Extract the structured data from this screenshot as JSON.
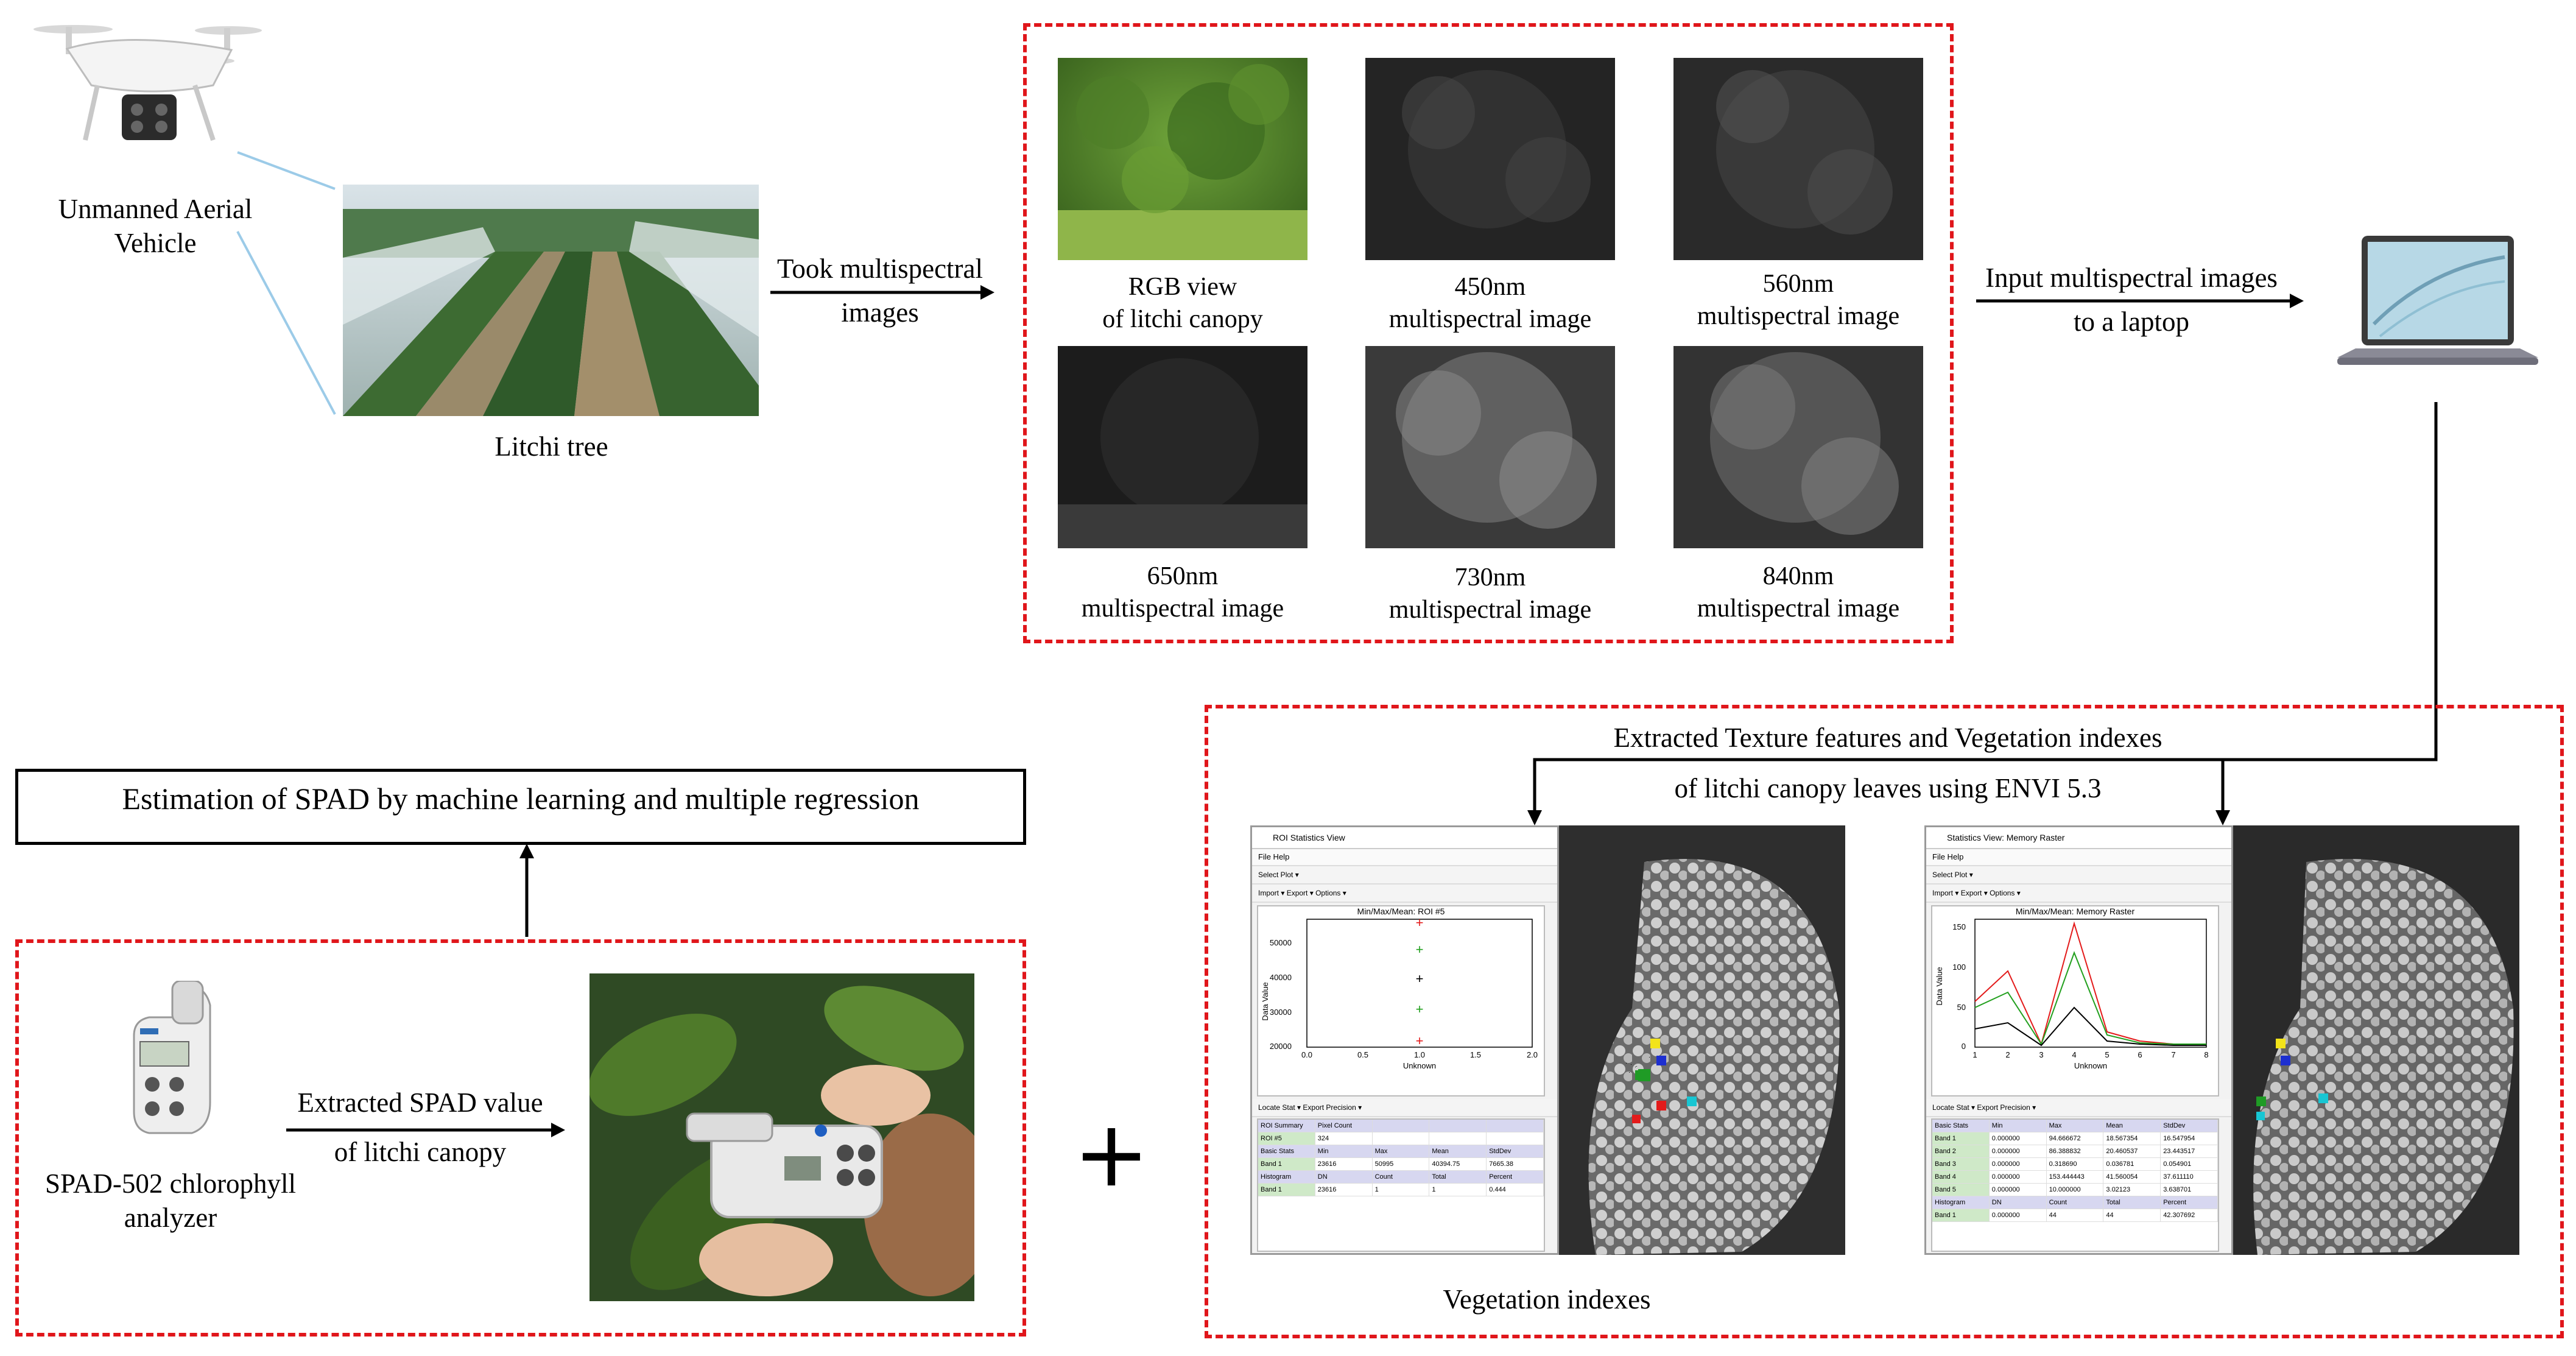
{
  "labels": {
    "uav": [
      "Unmanned Aerial",
      "Vehicle"
    ],
    "litchi_tree": "Litchi tree",
    "took_images": [
      "Took multispectral",
      "images"
    ],
    "input_images": [
      "Input multispectral images",
      "to a laptop"
    ],
    "extracted_features": [
      "Extracted Texture features and Vegetation indexes",
      "of litchi canopy leaves using ENVI 5.3"
    ],
    "estimation": "Estimation of SPAD by machine learning and multiple regression",
    "spad_device": [
      "SPAD-502 chlorophyll",
      "analyzer"
    ],
    "extracted_spad": [
      "Extracted SPAD value",
      "of litchi canopy"
    ],
    "vegetation_indexes": "Vegetation indexes",
    "plus": "+"
  },
  "image_grid": [
    {
      "l1": "RGB view",
      "l2": "of litchi canopy"
    },
    {
      "l1": "450nm",
      "l2": "multispectral image"
    },
    {
      "l1": "560nm",
      "l2": "multispectral image"
    },
    {
      "l1": "650nm",
      "l2": "multispectral image"
    },
    {
      "l1": "730nm",
      "l2": "multispectral image"
    },
    {
      "l1": "840nm",
      "l2": "multispectral image"
    }
  ],
  "colors": {
    "dashed_box": "#e0161b",
    "arrow": "#000000"
  },
  "envi_left": {
    "title": "ROI Statistics View",
    "menu": "File   Help",
    "tools": "Select Plot ▾",
    "tools2": "Import ▾   Export ▾   Options ▾",
    "plot_title": "Min/Max/Mean: ROI #5",
    "ylabel": "Data Value",
    "xlabel": "Unknown",
    "yticks": [
      "50000",
      "40000",
      "30000",
      "20000"
    ],
    "xticks": [
      "0.0",
      "0.5",
      "1.0",
      "1.5",
      "2.0"
    ],
    "table": [
      [
        "ROI Summary",
        "Pixel Count",
        "",
        "",
        ""
      ],
      [
        "ROI #5",
        "324",
        "",
        "",
        ""
      ],
      [
        "Basic Stats",
        "Min",
        "Max",
        "Mean",
        "StdDev"
      ],
      [
        "Band 1",
        "23616",
        "50995",
        "40394.75",
        "7665.38"
      ],
      [
        "Histogram",
        "DN",
        "Count",
        "Total",
        "Percent"
      ],
      [
        "Band 1",
        "23616",
        "1",
        "1",
        "0.444"
      ]
    ]
  },
  "envi_right": {
    "title": "Statistics View: Memory Raster",
    "menu": "File   Help",
    "tools": "Select Plot ▾",
    "tools2": "Import ▾   Export ▾   Options ▾",
    "plot_title": "Min/Max/Mean: Memory Raster",
    "ylabel": "Data Value",
    "xlabel": "Unknown",
    "yticks": [
      "150",
      "100",
      "50",
      "0"
    ],
    "xticks": [
      "1",
      "2",
      "3",
      "4",
      "5",
      "6",
      "7",
      "8"
    ],
    "table": [
      [
        "Basic Stats",
        "Min",
        "Max",
        "Mean",
        "StdDev"
      ],
      [
        "Band 1",
        "0.000000",
        "94.666672",
        "18.567354",
        "16.547954"
      ],
      [
        "Band 2",
        "0.000000",
        "86.388832",
        "20.460537",
        "23.443517"
      ],
      [
        "Band 3",
        "0.000000",
        "0.318690",
        "0.036781",
        "0.054901"
      ],
      [
        "Band 4",
        "0.000000",
        "153.444443",
        "41.560054",
        "37.611110"
      ],
      [
        "Band 5",
        "0.000000",
        "10.000000",
        "3.02123",
        "3.638701"
      ],
      [
        "Histogram",
        "DN",
        "Count",
        "Total",
        "Percent"
      ],
      [
        "Band 1",
        "0.000000",
        "44",
        "44",
        "42.307692"
      ]
    ]
  }
}
